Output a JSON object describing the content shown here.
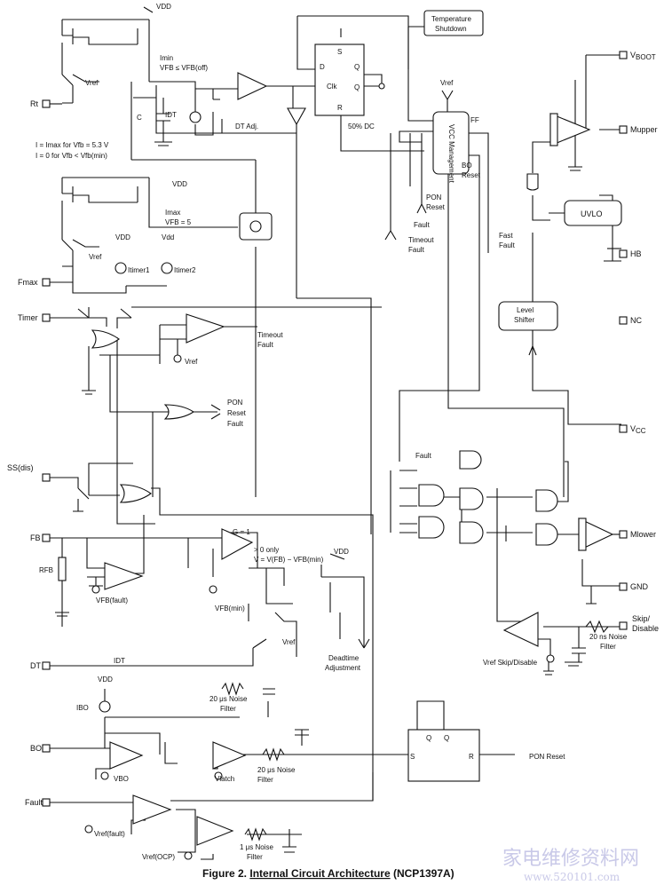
{
  "caption": {
    "figure": "Figure 2.",
    "highlight": "Internal Circuit Architecture",
    "part": "(NCP1397A)"
  },
  "watermark": {
    "cn": "家电维修资料网",
    "url": "www.520101.com"
  },
  "pins": {
    "rt": "Rt",
    "fmax": "Fmax",
    "timer": "Timer",
    "ss": "SS(dis)",
    "fb": "FB",
    "dt": "DT",
    "bo": "BO",
    "fault": "Fault",
    "vboot": "V",
    "vboot_sub": "BOOT",
    "mupper": "Mupper",
    "hb": "HB",
    "nc": "NC",
    "vcc": "V",
    "vcc_sub": "CC",
    "mlower": "Mlower",
    "gnd": "GND",
    "skip": "Skip/",
    "skip2": "Disable"
  },
  "labels": {
    "vdd": "VDD",
    "vdd2": "Vdd",
    "vref": "Vref",
    "imin": "Imin",
    "imin_cond": "VFB ≤ VFB(off)",
    "cap_c": "C",
    "idt": "IDT",
    "dt_adj": "DT Adj.",
    "eq1": "I = Imax for Vfb = 5.3 V",
    "eq2": "I = 0 for Vfb < Vfb(min)",
    "imax": "Imax",
    "imax_cond": "VFB = 5",
    "itimer1": "Itimer1",
    "itimer2": "Itimer2",
    "timeout_fault": "Timeout",
    "timeout_fault2": "Fault",
    "pon": "PON",
    "reset": "Reset",
    "fault": "Fault",
    "temp1": "Temperature",
    "temp2": "Shutdown",
    "ff_s": "S",
    "ff_d": "D",
    "ff_q": "Q",
    "ff_qb": "Q",
    "ff_clk": "Clk",
    "ff_r": "R",
    "dc50": "50% DC",
    "vcc_mgmt": "VCC Management",
    "ff": "FF",
    "bo_reset": "BO",
    "bo_reset2": "Reset",
    "pon_reset": "PON",
    "pon_reset2": "Reset",
    "fault_small": "Fault",
    "timeout_fault_b": "Timeout",
    "timeout_fault_b2": "Fault",
    "fast_fault": "Fast",
    "fast_fault2": "Fault",
    "uvlo": "UVLO",
    "level_shifter": "Level",
    "level_shifter2": "Shifter",
    "rfb": "RFB",
    "vfb_fault": "VFB(fault)",
    "vfb_min": "VFB(min)",
    "g1": "G = 1",
    "gt0": "> 0 only",
    "veq": "V = V(FB) − VFB(min)",
    "deadtime": "Deadtime",
    "deadtime2": "Adjustment",
    "idt2": "IDT",
    "ibo": "IBO",
    "noise20a": "20 μs Noise",
    "noise20a2": "Filter",
    "noise20b": "20 μs Noise",
    "noise20b2": "Filter",
    "noise1": "1 μs Noise",
    "noise1_2": "Filter",
    "noise20ns": "20 ns Noise",
    "noise20ns2": "Filter",
    "vbo": "VBO",
    "vlatch": "Vlatch",
    "vref_fault": "Vref(fault)",
    "vref_ocp": "Vref(OCP)",
    "vref_skip": "Vref Skip/Disable",
    "sr_q": "Q",
    "sr_qb": "Q",
    "sr_s": "S",
    "sr_r": "R",
    "pon_reset_in": "PON Reset",
    "fault_in": "Fault"
  }
}
